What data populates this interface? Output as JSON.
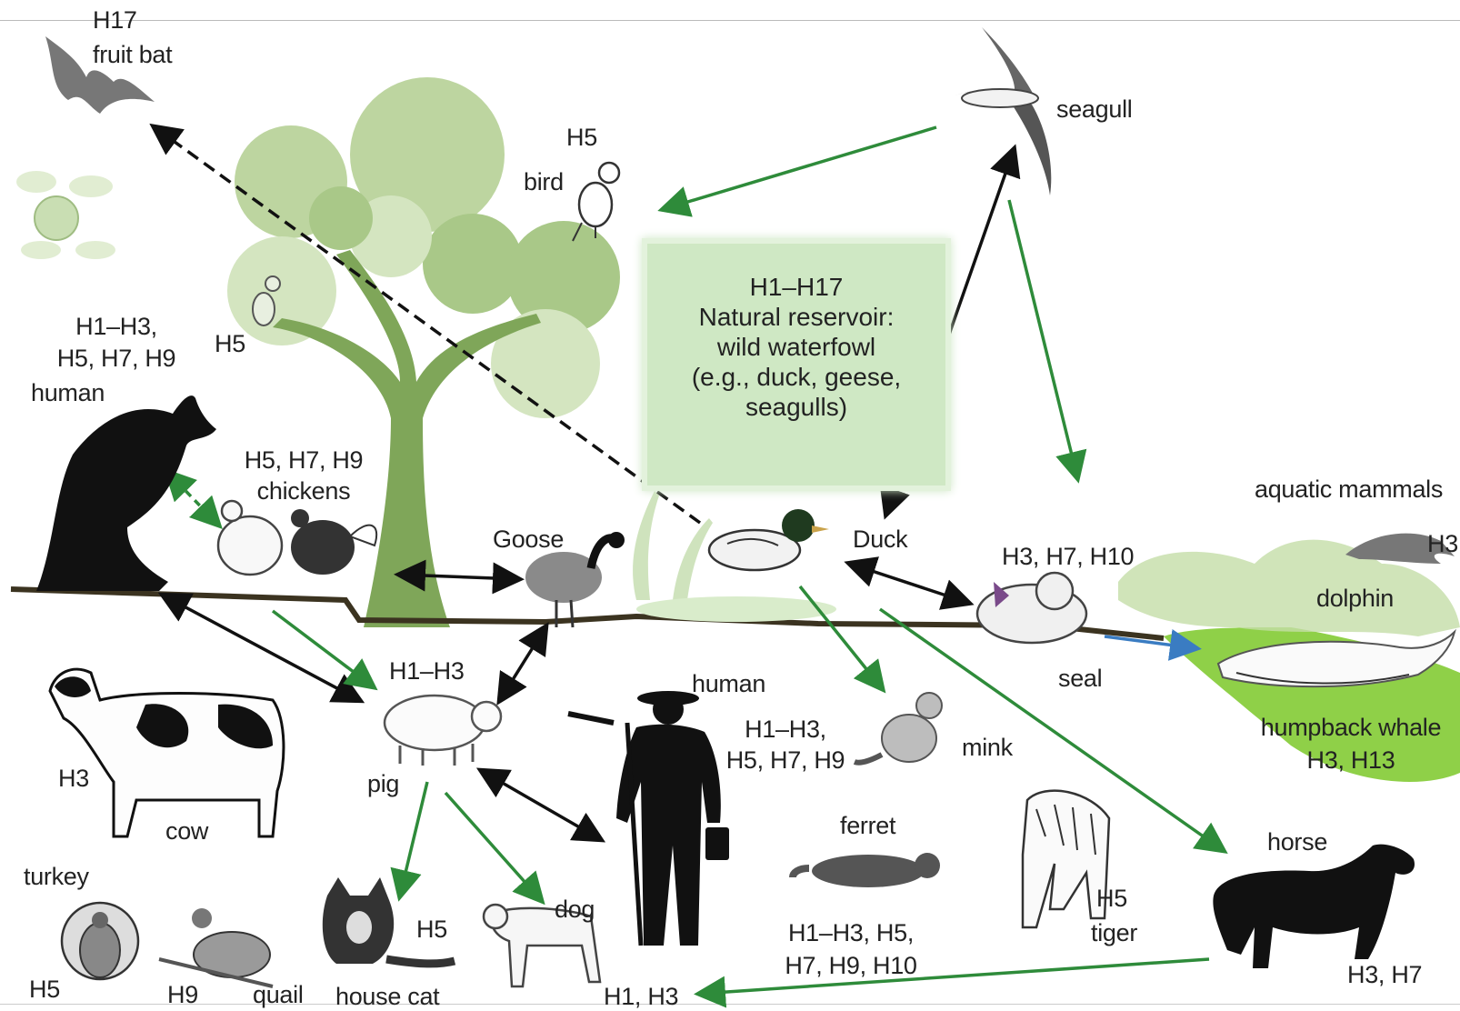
{
  "reservoir": {
    "lines": [
      "H1–H17",
      "Natural reservoir:",
      "wild waterfowl",
      "(e.g., duck, geese,",
      "seagulls)"
    ]
  },
  "labels": {
    "bat_subtype": "H17",
    "bat_name": "fruit bat",
    "seagull": "seagull",
    "bird_subtype": "H5",
    "bird_name": "bird",
    "small_bird_subtype": "H5",
    "human_top_subtypes_1": "H1–H3,",
    "human_top_subtypes_2": "H5, H7, H9",
    "human_top_name": "human",
    "chickens_subtypes": "H5, H7, H9",
    "chickens_name": "chickens",
    "goose": "Goose",
    "duck": "Duck",
    "aquatic_mammals": "aquatic mammals",
    "dolphin_subtype": "H3",
    "dolphin": "dolphin",
    "seal_subtypes": "H3, H7, H10",
    "seal": "seal",
    "whale_name": "humpback whale",
    "whale_subtypes": "H3, H13",
    "pig_subtypes": "H1–H3",
    "pig": "pig",
    "cow_subtype": "H3",
    "cow": "cow",
    "farmer_name": "human",
    "farmer_subtypes_1": "H1–H3,",
    "farmer_subtypes_2": "H5, H7, H9",
    "mink": "mink",
    "ferret": "ferret",
    "ferret_subtypes_1": "H1–H3, H5,",
    "ferret_subtypes_2": "H7, H9, H10",
    "tiger_subtype": "H5",
    "tiger": "tiger",
    "horse": "horse",
    "horse_subtypes": "H3, H7",
    "turkey": "turkey",
    "turkey_subtype": "H5",
    "quail_subtype": "H9",
    "quail": "quail",
    "cat_subtype": "H5",
    "cat": "house cat",
    "dog": "dog",
    "dog_subtypes": "H1, H3"
  },
  "colors": {
    "arrow_green": "#2e8b3a",
    "arrow_black": "#111111",
    "arrow_blue": "#3a7cc2",
    "tree": "#7fa659",
    "foliage": "#b6cf96",
    "ground": "#3b3320",
    "reservoir": "#cfe8c4",
    "silhouette": "#111111"
  }
}
